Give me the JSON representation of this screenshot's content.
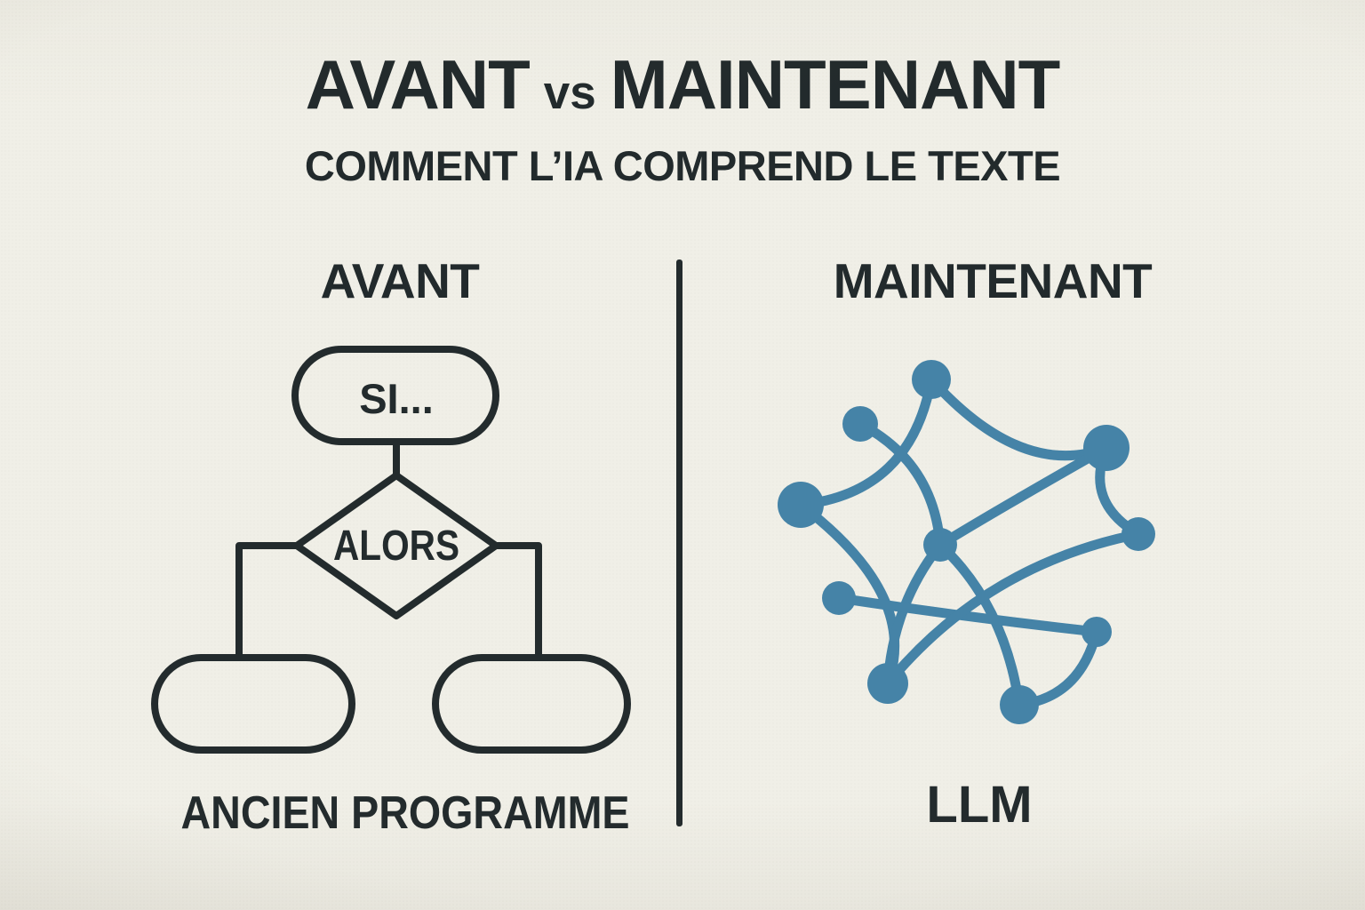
{
  "title": {
    "left": "AVANT",
    "vs": "vs",
    "right": "MAINTENANT"
  },
  "subtitle": "COMMENT L’IA COMPREND LE TEXTE",
  "left_panel": {
    "header": "AVANT",
    "flowchart": {
      "condition": "SI...",
      "decision": "ALORS"
    },
    "caption": "ANCIEN PROGRAMME"
  },
  "right_panel": {
    "header": "MAINTENANT",
    "icon": "neural-network-icon",
    "caption": "LLM"
  },
  "colors": {
    "background": "#f0efe7",
    "ink": "#232b2d",
    "node_blue": "#4583a7"
  }
}
